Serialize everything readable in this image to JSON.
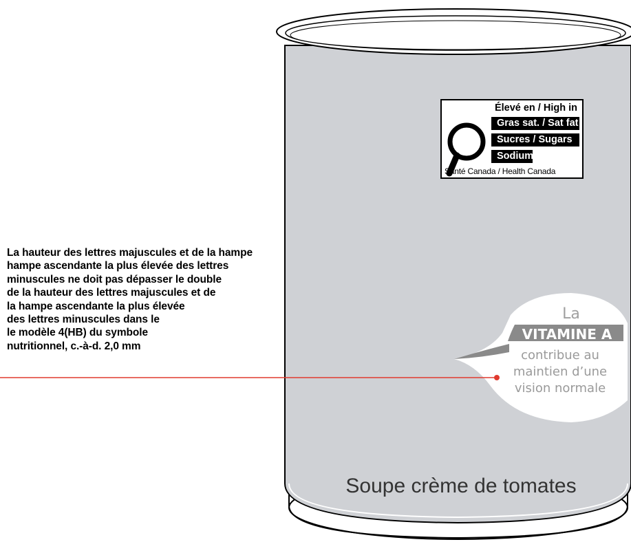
{
  "annotation": {
    "lines": [
      "La hauteur des lettres majuscules et de la hampe",
      "hampe ascendante la plus élevée des lettres",
      "minuscules ne doit pas dépasser le double",
      "de la hauteur des lettres majuscules et de",
      "la hampe ascendante la plus élevée",
      "des lettres minuscules dans le",
      "le modèle 4(HB) du symbole",
      "nutritionnel, c.-à-d. 2,0 mm"
    ]
  },
  "nutrition_symbol": {
    "heading": "Élevé en / High in",
    "nutrients": [
      "Gras sat. / Sat fat",
      "Sucres / Sugars",
      "Sodium"
    ],
    "footer": "Santé Canada / Health Canada",
    "icon": "magnifying-glass-icon"
  },
  "claim": {
    "line1": "La",
    "line2": "VITAMINE A",
    "line3": "contribue au",
    "line4": "maintien d’une",
    "line5": "vision normale"
  },
  "product_name": "Soupe crème de tomates",
  "colors": {
    "can_body": "#cfd1d5",
    "pointer_line": "#e03a2f",
    "claim_banner": "#8a8a8a",
    "nutrient_bar": "#000000"
  }
}
